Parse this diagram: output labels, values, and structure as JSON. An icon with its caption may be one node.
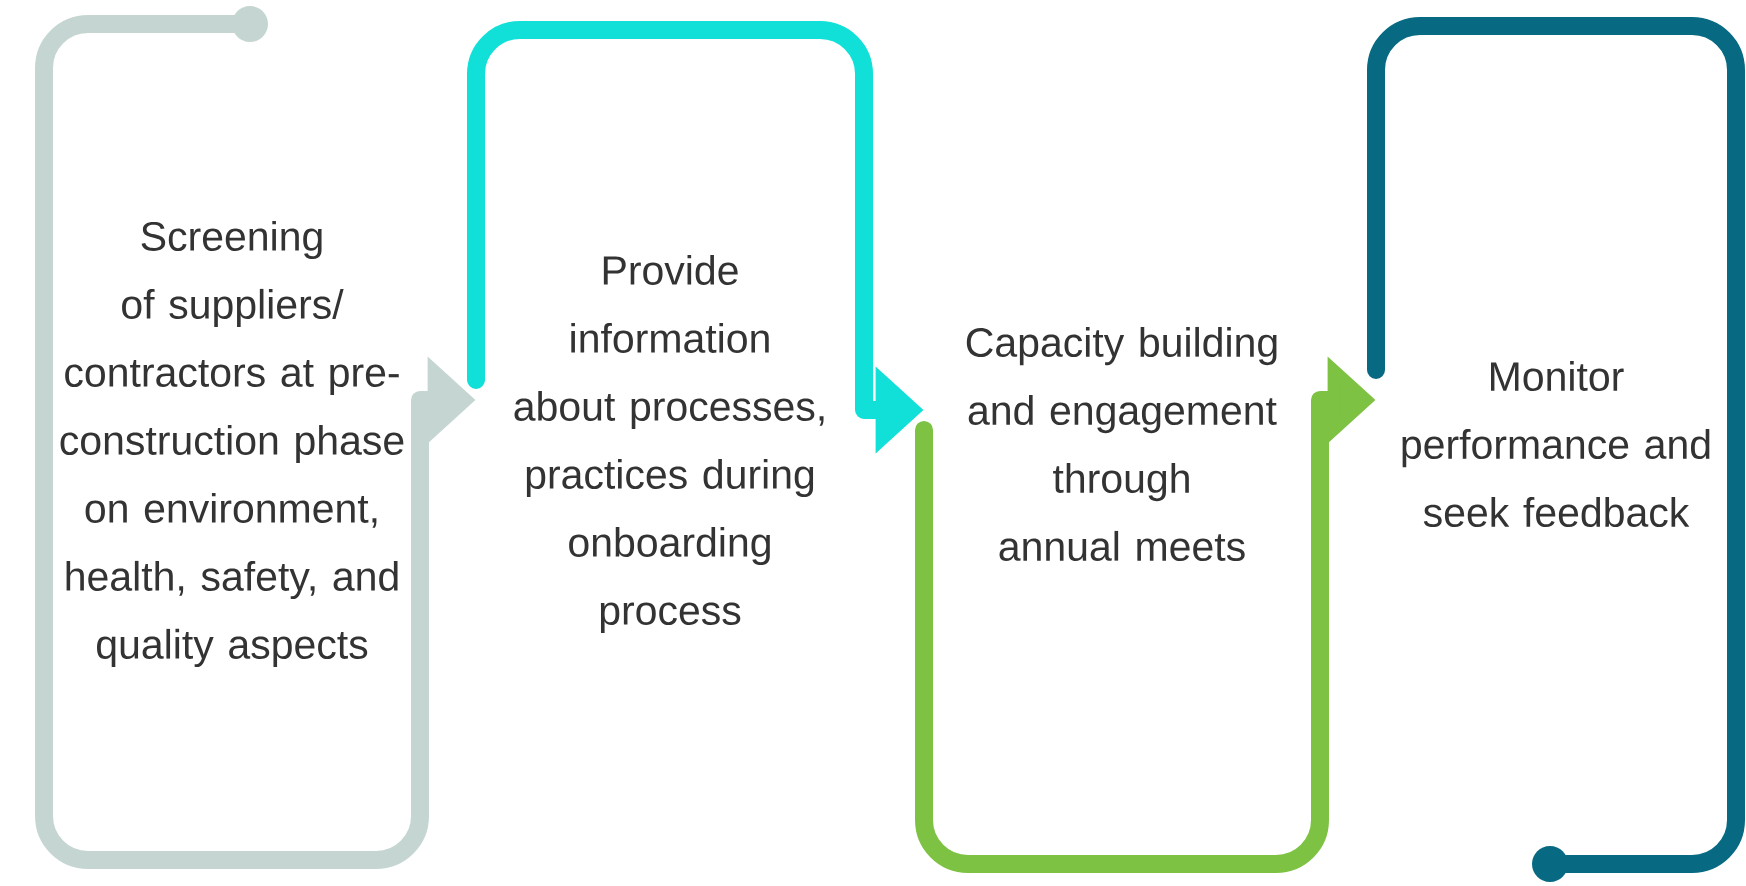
{
  "diagram": {
    "nodes": [
      {
        "text": [
          "Screening of suppliers/ contractors at pre-construction phase on environment, health, safety, and quality aspects"
        ]
      },
      {
        "text": [
          "Provide information about processes, practices during onboarding process"
        ]
      },
      {
        "text": [
          "Capacity building and engagement through annual meets"
        ]
      },
      {
        "text": [
          "Monitor performance and seek feedback"
        ]
      }
    ],
    "edges": [
      {
        "from": 0,
        "to": 1,
        "arrow": "to",
        "color": "#c5d6d2"
      },
      {
        "from": 1,
        "to": 2,
        "arrow": "to",
        "color": "#10e0d8"
      },
      {
        "from": 2,
        "to": 3,
        "arrow": "to",
        "color": "#7dc243"
      }
    ]
  }
}
